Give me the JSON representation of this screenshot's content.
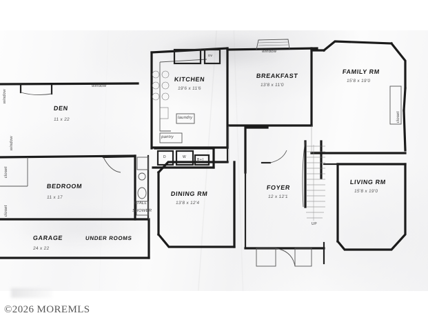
{
  "document": {
    "type": "hand-drawn residential floor plan scan",
    "watermark": "©2026 MOREMLS"
  },
  "rooms": [
    {
      "id": "den",
      "name": "DEN",
      "dims": "11 x 22"
    },
    {
      "id": "bedroom",
      "name": "BEDROOM",
      "dims": "11 x 17"
    },
    {
      "id": "garage",
      "name": "GARAGE",
      "dims": "24 x 22"
    },
    {
      "id": "kitchen",
      "name": "KITCHEN",
      "dims": "19'6 x 11'6"
    },
    {
      "id": "breakfast",
      "name": "BREAKFAST",
      "dims": "13'8 x 11'0"
    },
    {
      "id": "family",
      "name": "FAMILY RM",
      "dims": "15'8 x 19'0"
    },
    {
      "id": "dining",
      "name": "DINING RM",
      "dims": "13'8 x 12'4"
    },
    {
      "id": "foyer",
      "name": "FOYER",
      "dims": "12 x 12'1"
    },
    {
      "id": "living",
      "name": "LIVING RM",
      "dims": "15'8 x 19'0"
    }
  ],
  "annotations": {
    "under_rooms": "UNDER ROOMS",
    "stall_shower": "STALL\nSHOWER",
    "stall_shower_line1": "STALL",
    "stall_shower_line2": "SHOWER",
    "pantry": "pantry",
    "laundry": "laundry",
    "window_top": "window",
    "window_left_1": "window",
    "window_left_2": "window",
    "closet_left_1": "closet",
    "closet_left_2": "closet",
    "closet_right": "closet",
    "bay_window": "window",
    "appliance_d": "D",
    "appliance_w": "W",
    "appliance_bi": "B+I",
    "oven": "ov",
    "stairs": "UP"
  },
  "colors": {
    "ink": "#1a1a1a",
    "paper": "#f8f8f8",
    "pencil": "#555555",
    "watermark": "#4a4a4a"
  }
}
